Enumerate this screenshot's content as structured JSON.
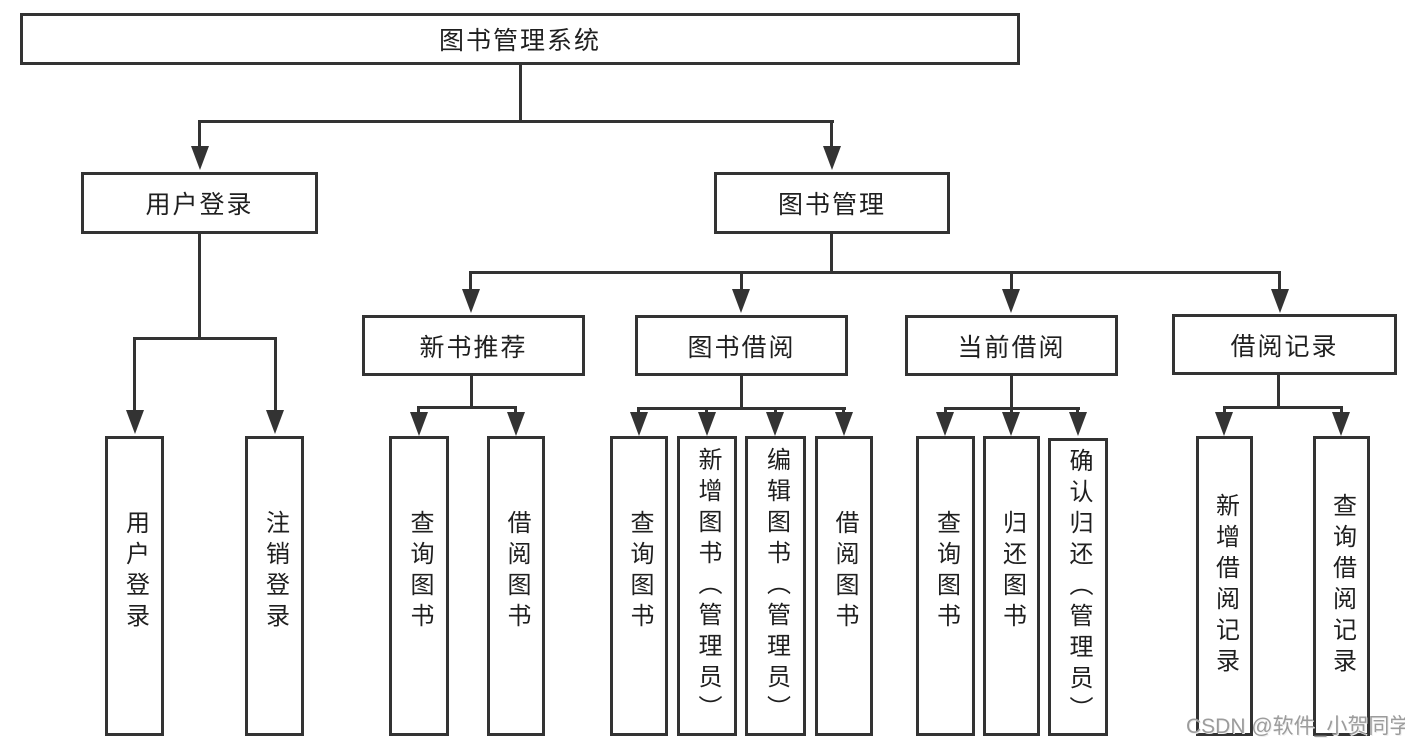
{
  "colors": {
    "line": "#333333",
    "text": "#1f1f1f",
    "watermark": "#9c9c9c"
  },
  "watermark": "CSDN @软件_小贺同学",
  "tree": {
    "root": {
      "label": "图书管理系统"
    },
    "branches": [
      {
        "label": "用户登录",
        "children": [
          {
            "label": "用户登录"
          },
          {
            "label": "注销登录"
          }
        ]
      },
      {
        "label": "图书管理",
        "sections": [
          {
            "label": "新书推荐",
            "children": [
              {
                "label": "查询图书"
              },
              {
                "label": "借阅图书"
              }
            ]
          },
          {
            "label": "图书借阅",
            "children": [
              {
                "label": "查询图书"
              },
              {
                "label": "新增图书（管理员）"
              },
              {
                "label": "编辑图书（管理员）"
              },
              {
                "label": "借阅图书"
              }
            ]
          },
          {
            "label": "当前借阅",
            "children": [
              {
                "label": "查询图书"
              },
              {
                "label": "归还图书"
              },
              {
                "label": "确认归还（管理员）"
              }
            ]
          },
          {
            "label": "借阅记录",
            "children": [
              {
                "label": "新增借阅记录"
              },
              {
                "label": "查询借阅记录"
              }
            ]
          }
        ]
      }
    ]
  }
}
